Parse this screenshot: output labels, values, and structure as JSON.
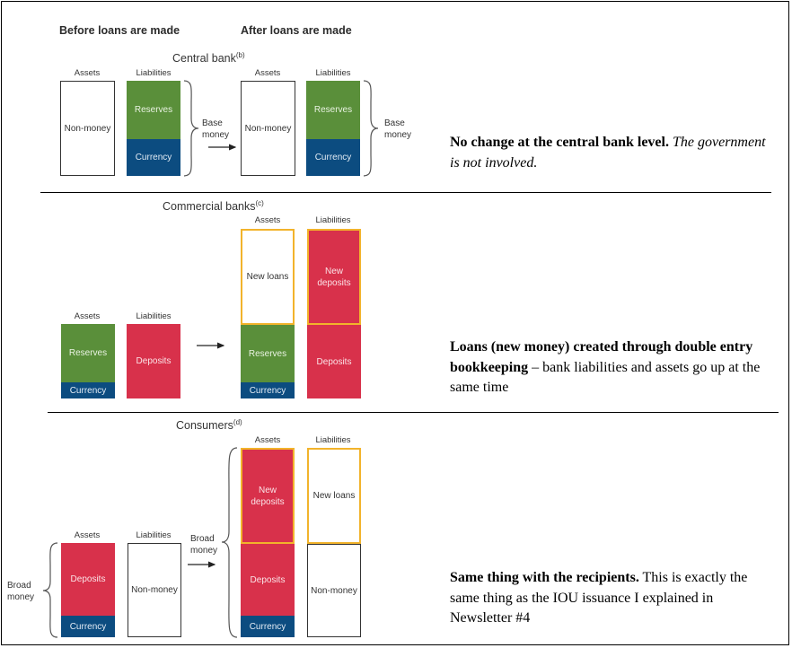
{
  "headers": {
    "before": "Before loans are made",
    "after": "After loans are made"
  },
  "central_bank": {
    "title": "Central bank",
    "title_note": "(b)",
    "before": {
      "assets_label": "Assets",
      "liabilities_label": "Liabilities",
      "non_money": "Non-money",
      "reserves": "Reserves",
      "currency": "Currency",
      "bracket_label_line1": "Base",
      "bracket_label_line2": "money"
    },
    "after": {
      "assets_label": "Assets",
      "liabilities_label": "Liabilities",
      "non_money": "Non-money",
      "reserves": "Reserves",
      "currency": "Currency",
      "bracket_label_line1": "Base",
      "bracket_label_line2": "money"
    },
    "note": {
      "bold": "No change at the central bank level.",
      "italic": "The government is not involved."
    }
  },
  "commercial_banks": {
    "title": "Commercial banks",
    "title_note": "(c)",
    "before": {
      "assets_label": "Assets",
      "liabilities_label": "Liabilities",
      "reserves": "Reserves",
      "currency": "Currency",
      "deposits": "Deposits"
    },
    "after": {
      "assets_label": "Assets",
      "liabilities_label": "Liabilities",
      "new_loans": "New loans",
      "new_deposits": "New deposits",
      "reserves": "Reserves",
      "currency": "Currency",
      "deposits": "Deposits"
    },
    "note": {
      "bold": "Loans (new money) created through double entry bookkeeping",
      "rest": " – bank liabilities and assets go up at the same time"
    }
  },
  "consumers": {
    "title": "Consumers",
    "title_note": "(d)",
    "before": {
      "assets_label": "Assets",
      "liabilities_label": "Liabilities",
      "deposits": "Deposits",
      "currency": "Currency",
      "non_money": "Non-money",
      "broad_money_line1": "Broad",
      "broad_money_line2": "money"
    },
    "after": {
      "assets_label": "Assets",
      "liabilities_label": "Liabilities",
      "new_deposits": "New deposits",
      "new_loans": "New loans",
      "deposits": "Deposits",
      "currency": "Currency",
      "non_money": "Non-money",
      "broad_money_line1": "Broad",
      "broad_money_line2": "money"
    },
    "note": {
      "bold": "Same thing with the recipients.",
      "rest": " This is exactly the same thing as the IOU issuance I explained in Newsletter #4"
    }
  }
}
